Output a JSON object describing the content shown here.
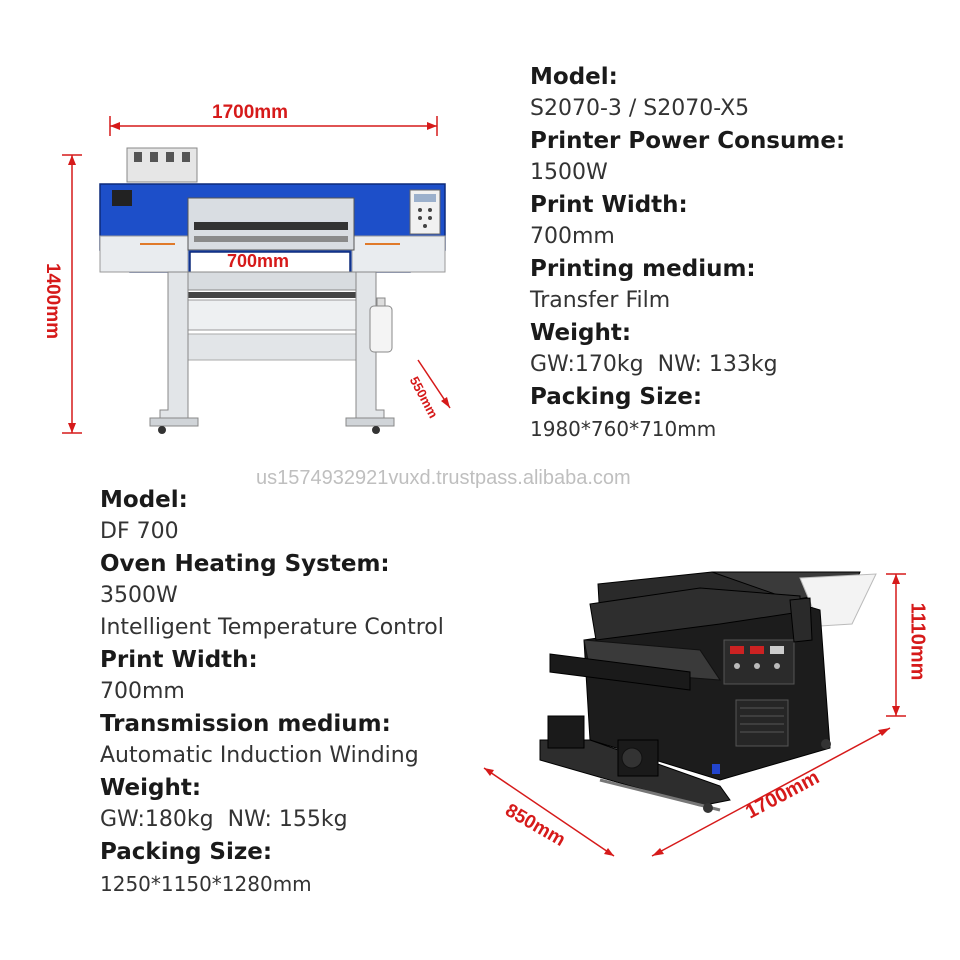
{
  "printer": {
    "dim_width": "1700mm",
    "dim_height": "1400mm",
    "dim_depth": "550mm",
    "dim_print_width": "700mm",
    "specs": [
      {
        "label": "Model:",
        "value": "S2070-3 / S2070-X5"
      },
      {
        "label": "Printer Power Consume:",
        "value": "1500W"
      },
      {
        "label": "Print Width:",
        "value": "700mm"
      },
      {
        "label": "Printing medium:",
        "value": "Transfer Film"
      },
      {
        "label": "Weight:",
        "value": "GW:170kg  NW: 133kg"
      },
      {
        "label": "Packing Size:",
        "value": "1980*760*710mm"
      }
    ]
  },
  "watermark": "us1574932921vuxd.trustpass.alibaba.com",
  "oven": {
    "dim_height": "1110mm",
    "dim_width": "1700mm",
    "dim_depth": "850mm",
    "specs": [
      {
        "label": "Model:",
        "value": "DF 700"
      },
      {
        "label": "Oven Heating System:",
        "value": "3500W",
        "value2": "Intelligent Temperature Control"
      },
      {
        "label": "Print Width:",
        "value": "700mm"
      },
      {
        "label": "Transmission medium:",
        "value": "Automatic Induction Winding"
      },
      {
        "label": "Weight:",
        "value": "GW:180kg  NW: 155kg"
      },
      {
        "label": "Packing Size:",
        "value": "1250*1150*1280mm"
      }
    ]
  },
  "colors": {
    "accent_red": "#d61a1a",
    "printer_blue": "#1d4fc9",
    "oven_black": "#1c1c1c"
  }
}
